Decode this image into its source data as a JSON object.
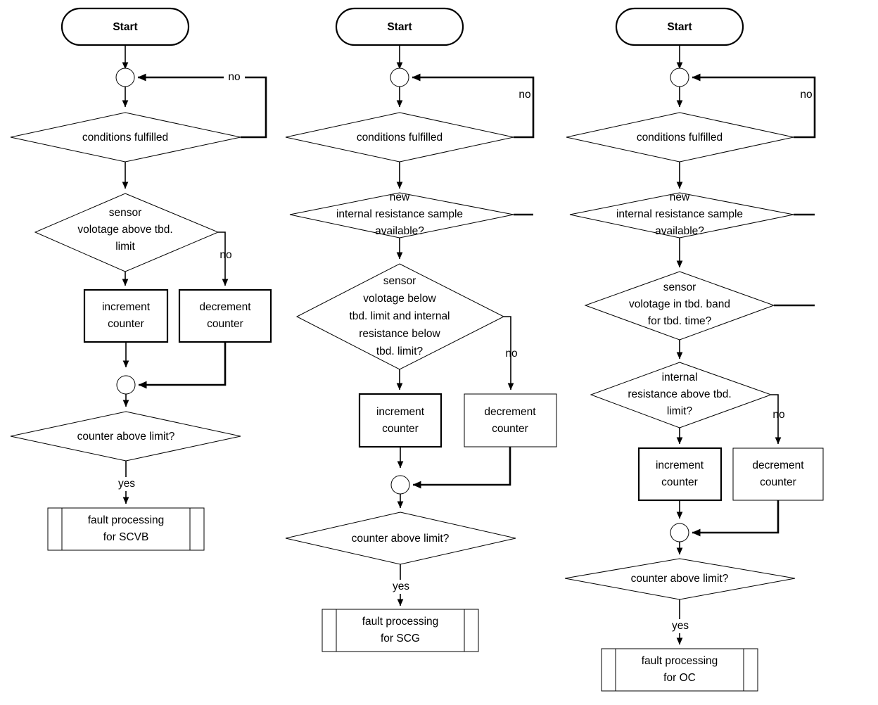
{
  "diagram": {
    "title": "Fault detection flowcharts",
    "columns": [
      {
        "id": "scvb",
        "start": "Start",
        "nodes": {
          "cond": "conditions fulfilled",
          "check1_line1": "sensor",
          "check1_line2": "volotage above tbd.",
          "check1_line3": "limit",
          "increment": {
            "line1": "increment",
            "line2": "counter"
          },
          "decrement": {
            "line1": "decrement",
            "line2": "counter"
          },
          "counter_limit": "counter above limit?",
          "fault": {
            "line1": "fault processing",
            "line2": "for SCVB"
          }
        },
        "labels": {
          "no_cond": "no",
          "no_check1": "no",
          "yes_limit": "yes"
        }
      },
      {
        "id": "scg",
        "start": "Start",
        "nodes": {
          "cond": "conditions fulfilled",
          "sample_line1": "new",
          "sample_line2": "internal resistance sample",
          "sample_line3": "available?",
          "check_line1": "sensor",
          "check_line2": "volotage below",
          "check_line3": "tbd. limit and internal",
          "check_line4": "resistance below",
          "check_line5": "tbd. limit?",
          "increment": {
            "line1": "increment",
            "line2": "counter"
          },
          "decrement": {
            "line1": "decrement",
            "line2": "counter"
          },
          "counter_limit": "counter above limit?",
          "fault": {
            "line1": "fault processing",
            "line2": "for SCG"
          }
        },
        "labels": {
          "no_loop": "no",
          "no_check": "no",
          "yes_limit": "yes"
        }
      },
      {
        "id": "oc",
        "start": "Start",
        "nodes": {
          "cond": "conditions fulfilled",
          "sample_line1": "new",
          "sample_line2": "internal resistance sample",
          "sample_line3": "available?",
          "band_line1": "sensor",
          "band_line2": "volotage in tbd. band",
          "band_line3": "for tbd. time?",
          "res_line1": "internal",
          "res_line2": "resistance above tbd.",
          "res_line3": "limit?",
          "increment": {
            "line1": "increment",
            "line2": "counter"
          },
          "decrement": {
            "line1": "decrement",
            "line2": "counter"
          },
          "counter_limit": "counter above limit?",
          "fault": {
            "line1": "fault processing",
            "line2": "for OC"
          }
        },
        "labels": {
          "no_loop": "no",
          "no_res": "no",
          "yes_limit": "yes"
        }
      }
    ],
    "colors": {
      "stroke": "#000000",
      "fill": "#ffffff",
      "text": "#000000"
    }
  }
}
